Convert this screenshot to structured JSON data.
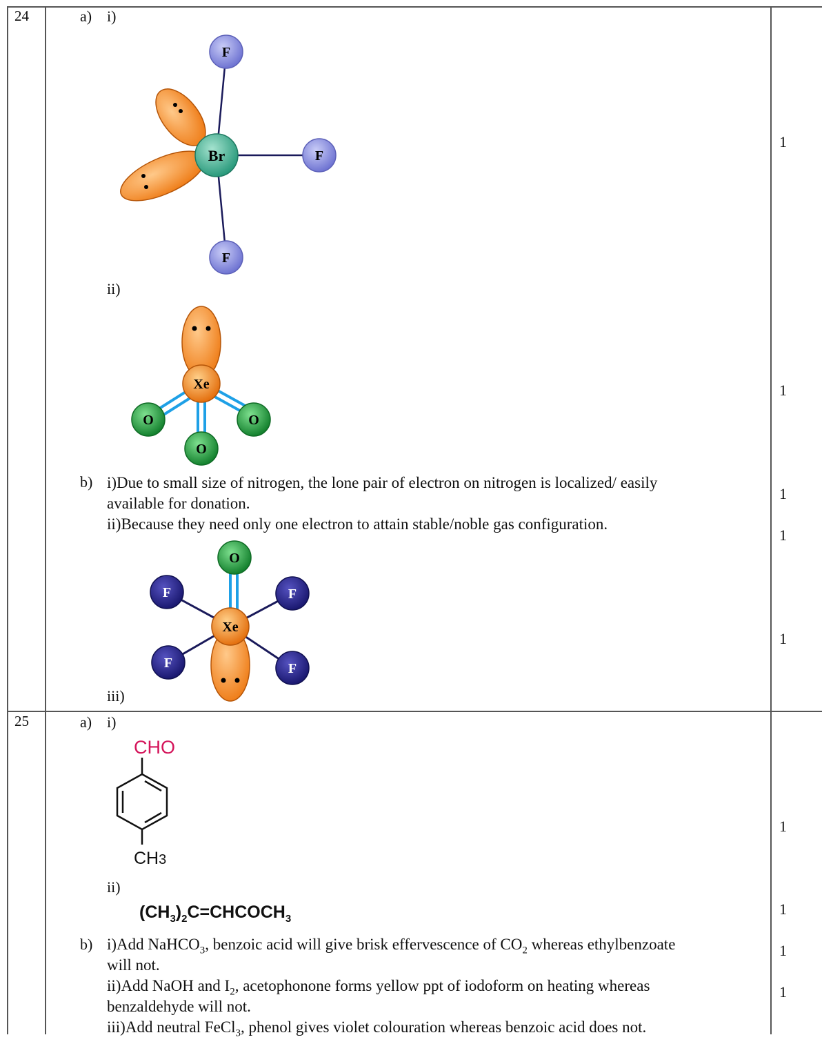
{
  "q24": {
    "number": "24",
    "part_a": "a)",
    "sub_i": "i)",
    "sub_ii": "ii)",
    "sub_iii": "iii)",
    "brf3": {
      "center": "Br",
      "ligand": "F"
    },
    "xeo3": {
      "center": "Xe",
      "ligand": "O"
    },
    "xeof4": {
      "center": "Xe",
      "ligand_o": "O",
      "ligand_f": "F"
    },
    "part_b": "b)",
    "b_i_line1": "i)Due to small size of nitrogen, the lone pair of electron on nitrogen is localized/ easily",
    "b_i_line2": "available for donation.",
    "b_ii": "ii)Because they need only one electron to attain stable/noble gas configuration.",
    "marks": [
      "1",
      "1",
      "1",
      "1",
      "1"
    ]
  },
  "q25": {
    "number": "25",
    "part_a": "a)",
    "sub_i": "i)",
    "sub_ii": "ii)",
    "cho": "CHO",
    "ch3_main": "CH",
    "ch3_sub": "3",
    "formula_ii": {
      "p1": "(CH",
      "s1": "3",
      "p2": ")",
      "s2": "2",
      "p3": "C=CHCOCH",
      "s3": "3"
    },
    "part_b": "b)",
    "b_i": {
      "p1": "i)Add NaHCO",
      "s1": "3",
      "p2": ", benzoic acid will give brisk effervescence of CO",
      "s2": "2",
      "p3": " whereas ethylbenzoate"
    },
    "b_i_line2": "will not.",
    "b_ii": {
      "p1": "ii)Add NaOH and I",
      "s1": "2",
      "p2": ", acetophonone forms yellow ppt of iodoform on heating whereas"
    },
    "b_ii_line2": "benzaldehyde will not.",
    "b_iii": {
      "p1": "iii)Add neutral FeCl",
      "s1": "3",
      "p2": ", phenol gives violet colouration whereas benzoic acid does not."
    },
    "marks": [
      "1",
      "1",
      "1",
      "1"
    ]
  },
  "colors": {
    "cho_text": "#d4145a",
    "lone_pair": "#f08a24",
    "fluorine_light": "#8b90e0",
    "fluorine_dark": "#26238a",
    "oxygen": "#1e9a3c",
    "xenon": "#f07a1a",
    "bromine": "#3aa88c",
    "bond_double": "#1ea0e6"
  }
}
